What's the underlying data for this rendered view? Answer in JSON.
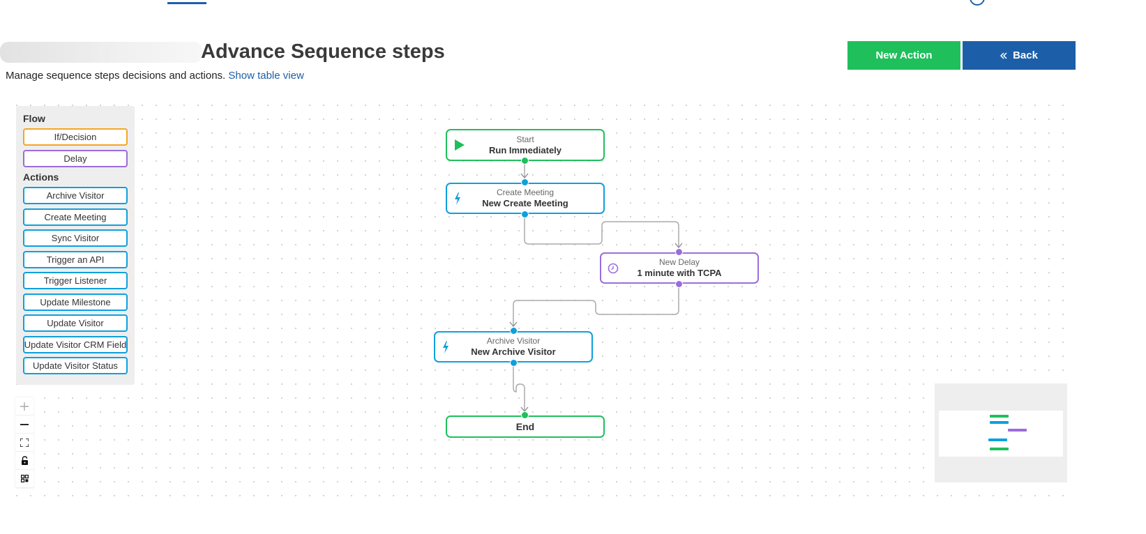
{
  "header": {
    "title": "Advance Sequence steps",
    "subtitle": "Manage sequence steps decisions and actions.",
    "table_view_link": "Show table view",
    "new_action_label": "New Action",
    "back_label": "Back",
    "back_icon": "double-chevron-left-icon"
  },
  "palette": {
    "flow_title": "Flow",
    "flow_items": [
      "If/Decision",
      "Delay"
    ],
    "actions_title": "Actions",
    "action_items": [
      "Archive Visitor",
      "Create Meeting",
      "Sync Visitor",
      "Trigger an API",
      "Trigger Listener",
      "Update Milestone",
      "Update Visitor",
      "Update Visitor CRM Field",
      "Update Visitor Status"
    ]
  },
  "nodes": {
    "start": {
      "type": "Start",
      "name": "Run Immediately",
      "icon": "play-icon"
    },
    "create_meeting": {
      "type": "Create Meeting",
      "name": "New Create Meeting",
      "icon": "lightning-icon"
    },
    "delay": {
      "type": "New Delay",
      "name": "1 minute with TCPA",
      "icon": "clock-icon"
    },
    "archive_visitor": {
      "type": "Archive Visitor",
      "name": "New Archive Visitor",
      "icon": "lightning-icon"
    },
    "end": {
      "name": "End"
    }
  },
  "controls": [
    "zoom-in-icon",
    "zoom-out-icon",
    "fit-view-icon",
    "lock-icon",
    "minimap-toggle-icon"
  ],
  "colors": {
    "start_end": "#1fbf5c",
    "action": "#0ea0dd",
    "delay": "#9b6cdb",
    "decision": "#f5a524",
    "primary_button": "#1c5fa8",
    "new_action_button": "#1fbf5c",
    "edge": "#aaaaaa"
  }
}
